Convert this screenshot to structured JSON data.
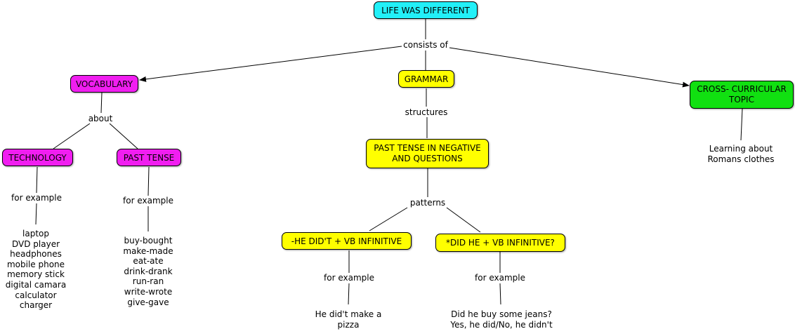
{
  "colors": {
    "cyan": "#22f0f8",
    "magenta": "#f01ef0",
    "yellow": "#ffff00",
    "green": "#11e011"
  },
  "nodes": {
    "root": "LIFE WAS DIFFERENT",
    "vocabulary": "VOCABULARY",
    "grammar": "GRAMMAR",
    "cross_curricular": "CROSS- CURRICULAR TOPIC",
    "technology": "TECHNOLOGY",
    "past_tense": "PAST TENSE",
    "past_tense_neg_q": "PAST TENSE IN NEGATIVE AND QUESTIONS",
    "he_didnt": "-HE DID'T + VB INFINITIVE",
    "did_he": "*DID HE + VB INFINITIVE?"
  },
  "links": {
    "consists_of": "consists of",
    "about": "about",
    "structures": "structures",
    "patterns": "patterns",
    "tech_for_example": "for example",
    "past_for_example": "for example",
    "neg_for_example": "for example",
    "q_for_example": "for example"
  },
  "leaves": {
    "technology": [
      "laptop",
      "DVD player",
      "headphones",
      "mobile phone",
      "memory stick",
      "digital camara",
      "calculator",
      "charger"
    ],
    "past_tense": [
      "buy-bought",
      "make-made",
      "eat-ate",
      "drink-drank",
      "run-ran",
      "write-wrote",
      "give-gave"
    ],
    "cross_curricular": [
      "Learning about",
      "Romans clothes"
    ],
    "negative_example": [
      "He did't make a",
      "pizza"
    ],
    "question_example": [
      "Did he buy some jeans?",
      "Yes, he did/No, he didn't"
    ]
  }
}
